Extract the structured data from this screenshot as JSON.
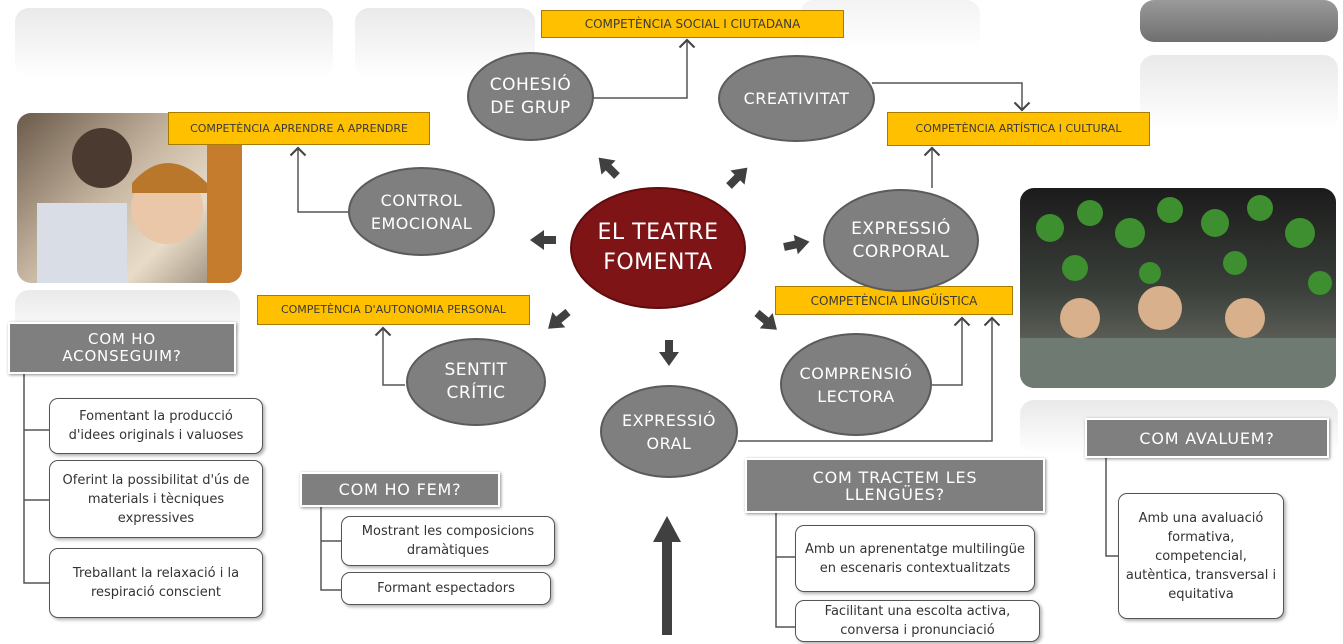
{
  "center": {
    "label": "EL TEATRE\nFOMENTA"
  },
  "nodes": {
    "cohesio": "COHESIÓ\nDE GRUP",
    "creativitat": "CREATIVITAT",
    "control": "CONTROL\nEMOCIONAL",
    "corporal": "EXPRESSIÓ\nCORPORAL",
    "sentit": "SENTIT\nCRÍTIC",
    "comprensio": "COMPRENSIÓ\nLECTORA",
    "oral": "EXPRESSIÓ\nORAL"
  },
  "competencies": {
    "social": "COMPETÈNCIA SOCIAL I CIUTADANA",
    "aprendre": "COMPETÈNCIA APRENDRE A APRENDRE",
    "artistica": "COMPETÈNCIA ARTÍSTICA I CULTURAL",
    "autonomia": "COMPETÈNCIA D'AUTONOMIA PERSONAL",
    "linguistica": "COMPETÈNCIA LINGÜÍSTICA"
  },
  "aconseguim": {
    "title": "COM HO\nACONSEGUIM?",
    "items": [
      "Fomentant la producció d'idees originals i valuoses",
      "Oferint la possibilitat d'ús de materials i tècniques expressives",
      "Treballant la relaxació i la respiració conscient"
    ]
  },
  "fem": {
    "title": "COM HO FEM?",
    "items": [
      "Mostrant les composicions dramàtiques",
      "Formant espectadors"
    ]
  },
  "llengues": {
    "title": "COM TRACTEM LES\nLLENGÜES?",
    "items": [
      "Amb un aprenentatge multilingüe en escenaris contextualitzats",
      "Facilitant una escolta activa, conversa i pronunciació"
    ]
  },
  "avaluem": {
    "title": "COM AVALUEM?",
    "items": [
      "Amb una avaluació formativa, competencial, autèntica, transversal i equitativa"
    ]
  },
  "colors": {
    "central": "#7f1417",
    "node": "#7f7f7f",
    "competencia": "#ffc000",
    "header": "#7f7f7f"
  },
  "icons": {
    "photo_left": "face-painting-photo",
    "photo_right": "green-painted-hands-photo"
  }
}
